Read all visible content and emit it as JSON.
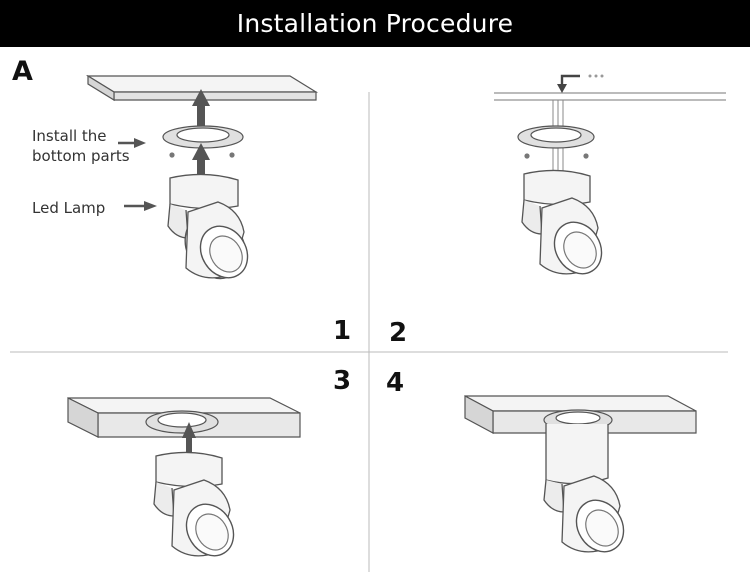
{
  "title": "Installation Procedure",
  "section_letter": "A",
  "steps": [
    "1",
    "2",
    "3",
    "4"
  ],
  "labels": {
    "install_line1": "Install the",
    "install_line2": "bottom parts",
    "led_lamp": "Led Lamp"
  }
}
